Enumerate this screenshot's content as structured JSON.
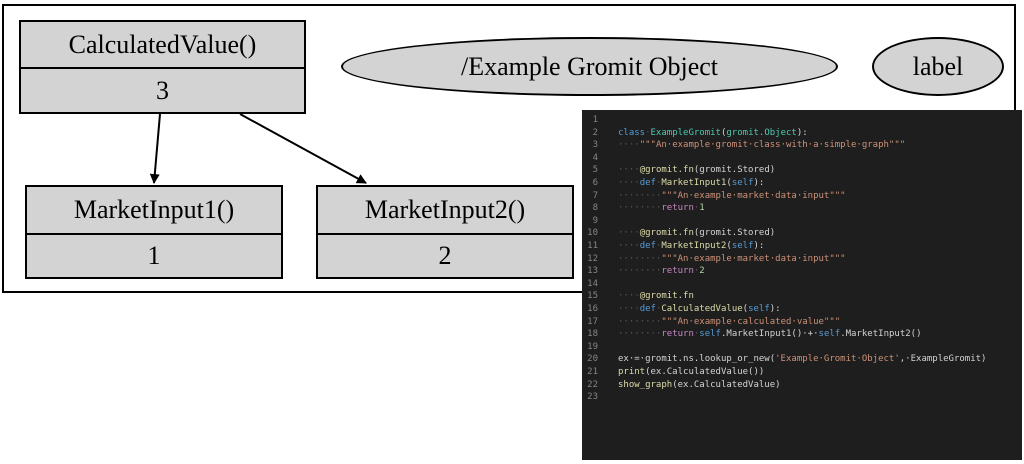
{
  "graph": {
    "nodes": {
      "calculated": {
        "title": "CalculatedValue()",
        "value": "3"
      },
      "market1": {
        "title": "MarketInput1()",
        "value": "1"
      },
      "market2": {
        "title": "MarketInput2()",
        "value": "2"
      }
    },
    "object_label": "/Example Gromit Object",
    "label_node": "label",
    "colors": {
      "node_fill": "#d3d3d3",
      "stroke": "#000000"
    }
  },
  "code_editor": {
    "colors": {
      "background": "#1e1e1e",
      "keyword": "#569cd6",
      "control": "#c586c0",
      "class": "#4ec9b0",
      "function": "#dcdcaa",
      "string": "#ce9178",
      "number": "#b5cea8",
      "line_number": "#858585"
    },
    "lines": [
      {
        "n": "1",
        "tokens": []
      },
      {
        "n": "2",
        "tokens": [
          [
            "kw",
            "class"
          ],
          [
            "ws",
            "·"
          ],
          [
            "cls",
            "ExampleGromit"
          ],
          [
            "",
            "("
          ],
          [
            "cls",
            "gromit.Object"
          ],
          [
            "",
            "):"
          ]
        ]
      },
      {
        "n": "3",
        "tokens": [
          [
            "ws",
            "····"
          ],
          [
            "str",
            "\"\"\"An·example·gromit·class·with·a·simple·graph\"\"\""
          ]
        ]
      },
      {
        "n": "4",
        "tokens": []
      },
      {
        "n": "5",
        "tokens": [
          [
            "ws",
            "····"
          ],
          [
            "dec",
            "@gromit.fn"
          ],
          [
            "",
            "(gromit.Stored)"
          ]
        ]
      },
      {
        "n": "6",
        "tokens": [
          [
            "ws",
            "····"
          ],
          [
            "kw",
            "def"
          ],
          [
            "ws",
            "·"
          ],
          [
            "fn",
            "MarketInput1"
          ],
          [
            "",
            "("
          ],
          [
            "kw",
            "self"
          ],
          [
            "",
            "):"
          ]
        ]
      },
      {
        "n": "7",
        "tokens": [
          [
            "ws",
            "········"
          ],
          [
            "str",
            "\"\"\"An·example·market·data·input\"\"\""
          ]
        ]
      },
      {
        "n": "8",
        "tokens": [
          [
            "ws",
            "········"
          ],
          [
            "kw2",
            "return"
          ],
          [
            "ws",
            "·"
          ],
          [
            "num",
            "1"
          ]
        ]
      },
      {
        "n": "9",
        "tokens": []
      },
      {
        "n": "10",
        "tokens": [
          [
            "ws",
            "····"
          ],
          [
            "dec",
            "@gromit.fn"
          ],
          [
            "",
            "(gromit.Stored)"
          ]
        ]
      },
      {
        "n": "11",
        "tokens": [
          [
            "ws",
            "····"
          ],
          [
            "kw",
            "def"
          ],
          [
            "ws",
            "·"
          ],
          [
            "fn",
            "MarketInput2"
          ],
          [
            "",
            "("
          ],
          [
            "kw",
            "self"
          ],
          [
            "",
            "):"
          ]
        ]
      },
      {
        "n": "12",
        "tokens": [
          [
            "ws",
            "········"
          ],
          [
            "str",
            "\"\"\"An·example·market·data·input\"\"\""
          ]
        ]
      },
      {
        "n": "13",
        "tokens": [
          [
            "ws",
            "········"
          ],
          [
            "kw2",
            "return"
          ],
          [
            "ws",
            "·"
          ],
          [
            "num",
            "2"
          ]
        ]
      },
      {
        "n": "14",
        "tokens": []
      },
      {
        "n": "15",
        "tokens": [
          [
            "ws",
            "····"
          ],
          [
            "dec",
            "@gromit.fn"
          ]
        ]
      },
      {
        "n": "16",
        "tokens": [
          [
            "ws",
            "····"
          ],
          [
            "kw",
            "def"
          ],
          [
            "ws",
            "·"
          ],
          [
            "fn",
            "CalculatedValue"
          ],
          [
            "",
            "("
          ],
          [
            "kw",
            "self"
          ],
          [
            "",
            "):"
          ]
        ]
      },
      {
        "n": "17",
        "tokens": [
          [
            "ws",
            "········"
          ],
          [
            "str",
            "\"\"\"An·example·calculated·value\"\"\""
          ]
        ]
      },
      {
        "n": "18",
        "tokens": [
          [
            "ws",
            "········"
          ],
          [
            "kw2",
            "return"
          ],
          [
            "ws",
            "·"
          ],
          [
            "kw",
            "self"
          ],
          [
            "",
            ".MarketInput1()·+·"
          ],
          [
            "kw",
            "self"
          ],
          [
            "",
            ".MarketInput2()"
          ]
        ]
      },
      {
        "n": "19",
        "tokens": []
      },
      {
        "n": "20",
        "tokens": [
          [
            "",
            "ex·=·gromit.ns.lookup_or_new("
          ],
          [
            "str",
            "'Example·Gromit·Object'"
          ],
          [
            "",
            ",·ExampleGromit)"
          ]
        ]
      },
      {
        "n": "21",
        "tokens": [
          [
            "fn",
            "print"
          ],
          [
            "",
            "(ex.CalculatedValue())"
          ]
        ]
      },
      {
        "n": "22",
        "tokens": [
          [
            "fn",
            "show_graph"
          ],
          [
            "",
            "(ex.CalculatedValue)"
          ]
        ]
      },
      {
        "n": "23",
        "tokens": []
      }
    ]
  }
}
